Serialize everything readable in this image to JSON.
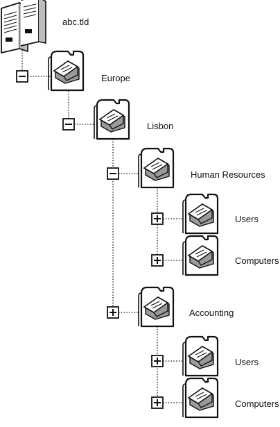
{
  "root": {
    "name": "abc.tld",
    "icon": "server-icon"
  },
  "colors": {
    "ink": "#111111",
    "fill": "#ffffff",
    "shade": "#9a9a9a",
    "dots": "#444444"
  },
  "nodes": [
    {
      "label": "Europe",
      "toggle": "minus"
    },
    {
      "label": "Lisbon",
      "toggle": "minus"
    },
    {
      "label": "Human Resources",
      "toggle": "minus"
    },
    {
      "label": "Users",
      "toggle": "plus"
    },
    {
      "label": "Computers",
      "toggle": "plus"
    },
    {
      "label": "Accounting",
      "toggle": "plus"
    },
    {
      "label": "Users",
      "toggle": "plus"
    },
    {
      "label": "Computers",
      "toggle": "plus"
    }
  ]
}
